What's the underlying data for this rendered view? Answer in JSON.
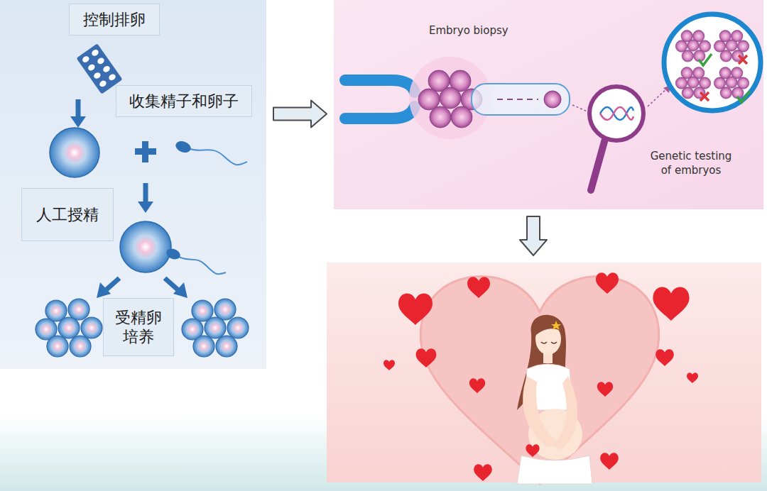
{
  "diagram": {
    "nodes": [
      {
        "text": []
      },
      {
        "text": [
          "控制排卵"
        ],
        "in": 0
      },
      {
        "text": [
          "收集精子和卵子"
        ],
        "in": 0
      },
      {
        "text": [
          "人工授精"
        ],
        "in": 0
      },
      {
        "text": [
          "受精卵 培养"
        ],
        "in": 0
      },
      {
        "text": [
          "Embryo biopsy",
          "Genetic testing of embryos"
        ]
      },
      {
        "text": []
      }
    ],
    "edges": [
      {
        "from": 0,
        "to": 5,
        "arrow": "to"
      },
      {
        "from": 5,
        "to": 6,
        "arrow": "to"
      }
    ]
  }
}
